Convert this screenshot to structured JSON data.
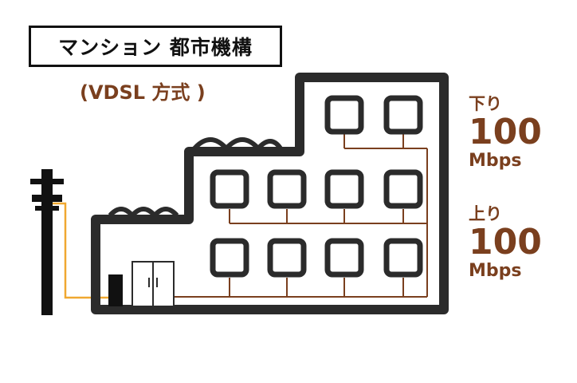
{
  "title": "マンション 都市機構",
  "subtitle": "(VDSL 方式 )",
  "speeds": {
    "download": {
      "label": "下り",
      "value": "100",
      "unit": "Mbps"
    },
    "upload": {
      "label": "上り",
      "value": "100",
      "unit": "Mbps"
    }
  },
  "colors": {
    "accent": "#7a3f1e",
    "outline": "#2b2b2b",
    "wiring": "#7a3f1e",
    "drop_cable": "#f0a830",
    "pole": "#111111"
  },
  "icons": [
    "utility-pole-icon",
    "apartment-building-icon",
    "vdsl-device-icon",
    "mdf-cabinet-icon",
    "room-unit-icon"
  ]
}
